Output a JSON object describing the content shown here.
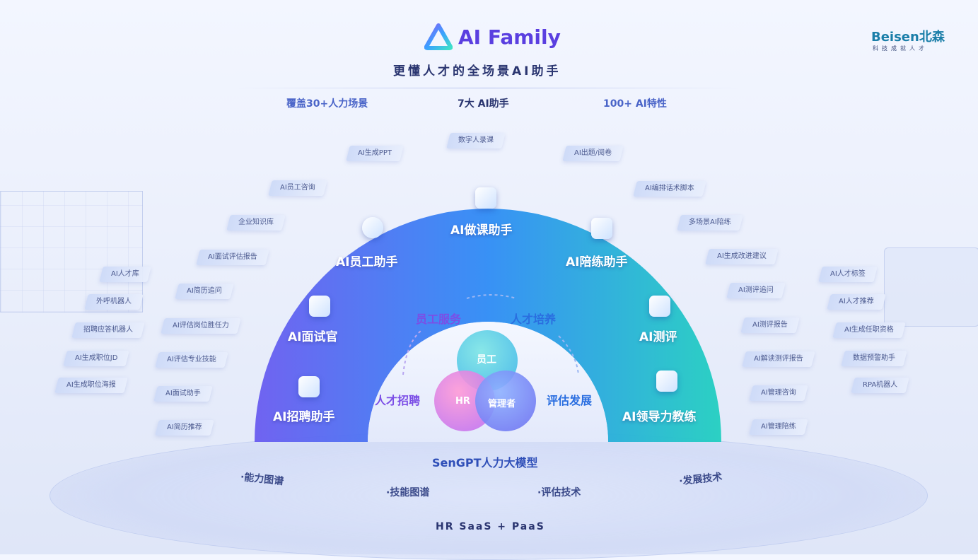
{
  "header": {
    "brand": "AI Family",
    "subtitle": "更懂人才的全场景AI助手",
    "stats": [
      "覆盖30+人力场景",
      "7大 AI助手",
      "100+ AI特性"
    ]
  },
  "logo": {
    "name": "Beisen北森",
    "tagline": "科技成就人才"
  },
  "top_tags": [
    "AI生成PPT",
    "数字人录课",
    "AI出题/阅卷"
  ],
  "left_tags": [
    "AI员工咨询",
    "企业知识库",
    "AI面试评估报告",
    "AI简历追问",
    "AI评估岗位胜任力",
    "AI评估专业技能",
    "AI面试助手",
    "AI简历推荐"
  ],
  "far_left_tags": [
    "AI人才库",
    "外呼机器人",
    "招聘应答机器人",
    "AI生成职位JD",
    "AI生成职位海报"
  ],
  "right_tags": [
    "AI编排话术脚本",
    "多场景AI陪练",
    "AI生成改进建议",
    "AI测评追问",
    "AI测评报告",
    "AI解读测评报告",
    "AI管理咨询",
    "AI管理陪练"
  ],
  "far_right_tags": [
    "AI人才标签",
    "AI人才推荐",
    "AI生成任职资格",
    "数据预警助手",
    "RPA机器人"
  ],
  "assistants": [
    "AI招聘助手",
    "AI面试官",
    "AI员工助手",
    "AI做课助手",
    "AI陪练助手",
    "AI测评",
    "AI领导力教练"
  ],
  "inner": {
    "employee_service": "员工服务",
    "talent_development": "人才培养",
    "recruiting": "人才招聘",
    "evaluation": "评估发展",
    "circles": [
      "员工",
      "HR",
      "管理者"
    ]
  },
  "base": {
    "model": "SenGPT人力大模型",
    "items": [
      "·能力图谱",
      "·技能图谱",
      "·评估技术",
      "·发展技术"
    ],
    "platform": "HR SaaS + PaaS"
  },
  "colors": {
    "arc_left": "#6a5cf0",
    "arc_mid": "#2f8cf5",
    "arc_right": "#22cfc0",
    "accent_purple": "#7b4ee6",
    "text_dark": "#2a3570"
  }
}
